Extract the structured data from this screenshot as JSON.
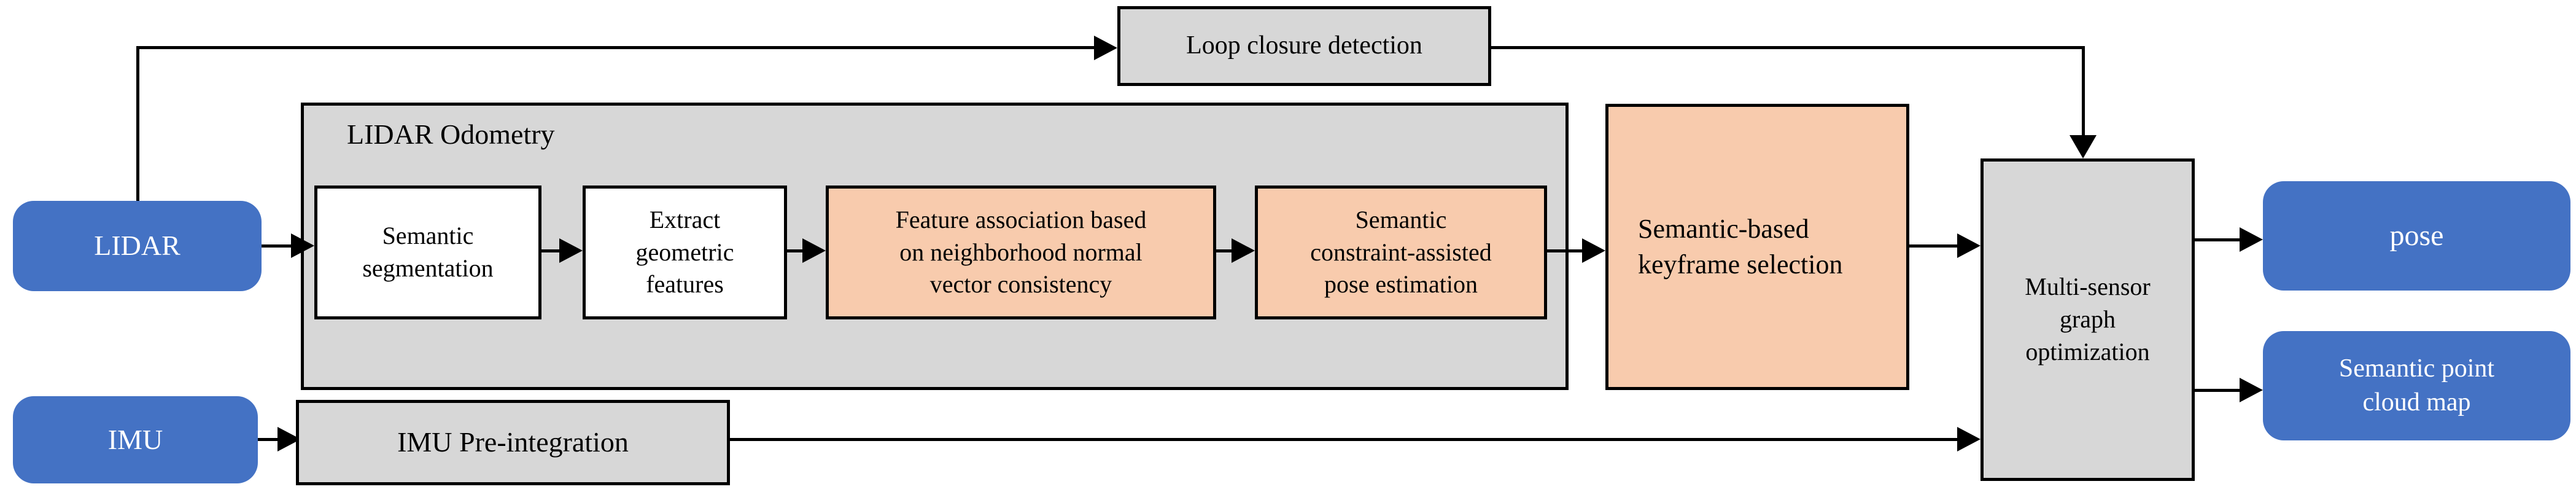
{
  "colors": {
    "node_blue": "#4472C4",
    "node_orange": "#F8CBAD",
    "node_gray": "#D7D7D7",
    "node_white": "#FFFFFF",
    "line_black": "#000000",
    "text_on_blue": "#FFFFFF",
    "text_dark": "#000000"
  },
  "nodes": {
    "lidar": {
      "label": "LIDAR"
    },
    "imu": {
      "label": "IMU"
    },
    "loop_closure": {
      "label": "Loop closure detection"
    },
    "lidar_odometry": {
      "title": "LIDAR Odometry"
    },
    "semantic_segmentation": {
      "lines": [
        "Semantic",
        "segmentation"
      ]
    },
    "extract_geometric_features": {
      "lines": [
        "Extract",
        "geometric",
        "features"
      ]
    },
    "feature_association": {
      "lines": [
        "Feature association based",
        "on neighborhood normal",
        "vector consistency"
      ]
    },
    "pose_estimation": {
      "lines": [
        "Semantic",
        "constraint-assisted",
        "pose estimation"
      ]
    },
    "keyframe_selection": {
      "lines": [
        "Semantic-based",
        "keyframe selection"
      ]
    },
    "multi_sensor_graph_optimization": {
      "lines": [
        "Multi-sensor",
        "graph",
        "optimization"
      ]
    },
    "imu_preintegration": {
      "label": "IMU Pre-integration"
    },
    "pose_output": {
      "label": "pose"
    },
    "semantic_point_cloud_map": {
      "lines": [
        "Semantic point",
        "cloud map"
      ]
    }
  },
  "edges": [
    {
      "from": "lidar",
      "to": "loop_closure"
    },
    {
      "from": "lidar",
      "to": "semantic_segmentation"
    },
    {
      "from": "semantic_segmentation",
      "to": "extract_geometric_features"
    },
    {
      "from": "extract_geometric_features",
      "to": "feature_association"
    },
    {
      "from": "feature_association",
      "to": "pose_estimation"
    },
    {
      "from": "pose_estimation",
      "to": "keyframe_selection"
    },
    {
      "from": "keyframe_selection",
      "to": "multi_sensor_graph_optimization"
    },
    {
      "from": "loop_closure",
      "to": "multi_sensor_graph_optimization"
    },
    {
      "from": "imu",
      "to": "imu_preintegration"
    },
    {
      "from": "imu_preintegration",
      "to": "multi_sensor_graph_optimization"
    },
    {
      "from": "multi_sensor_graph_optimization",
      "to": "pose_output"
    },
    {
      "from": "multi_sensor_graph_optimization",
      "to": "semantic_point_cloud_map"
    }
  ]
}
